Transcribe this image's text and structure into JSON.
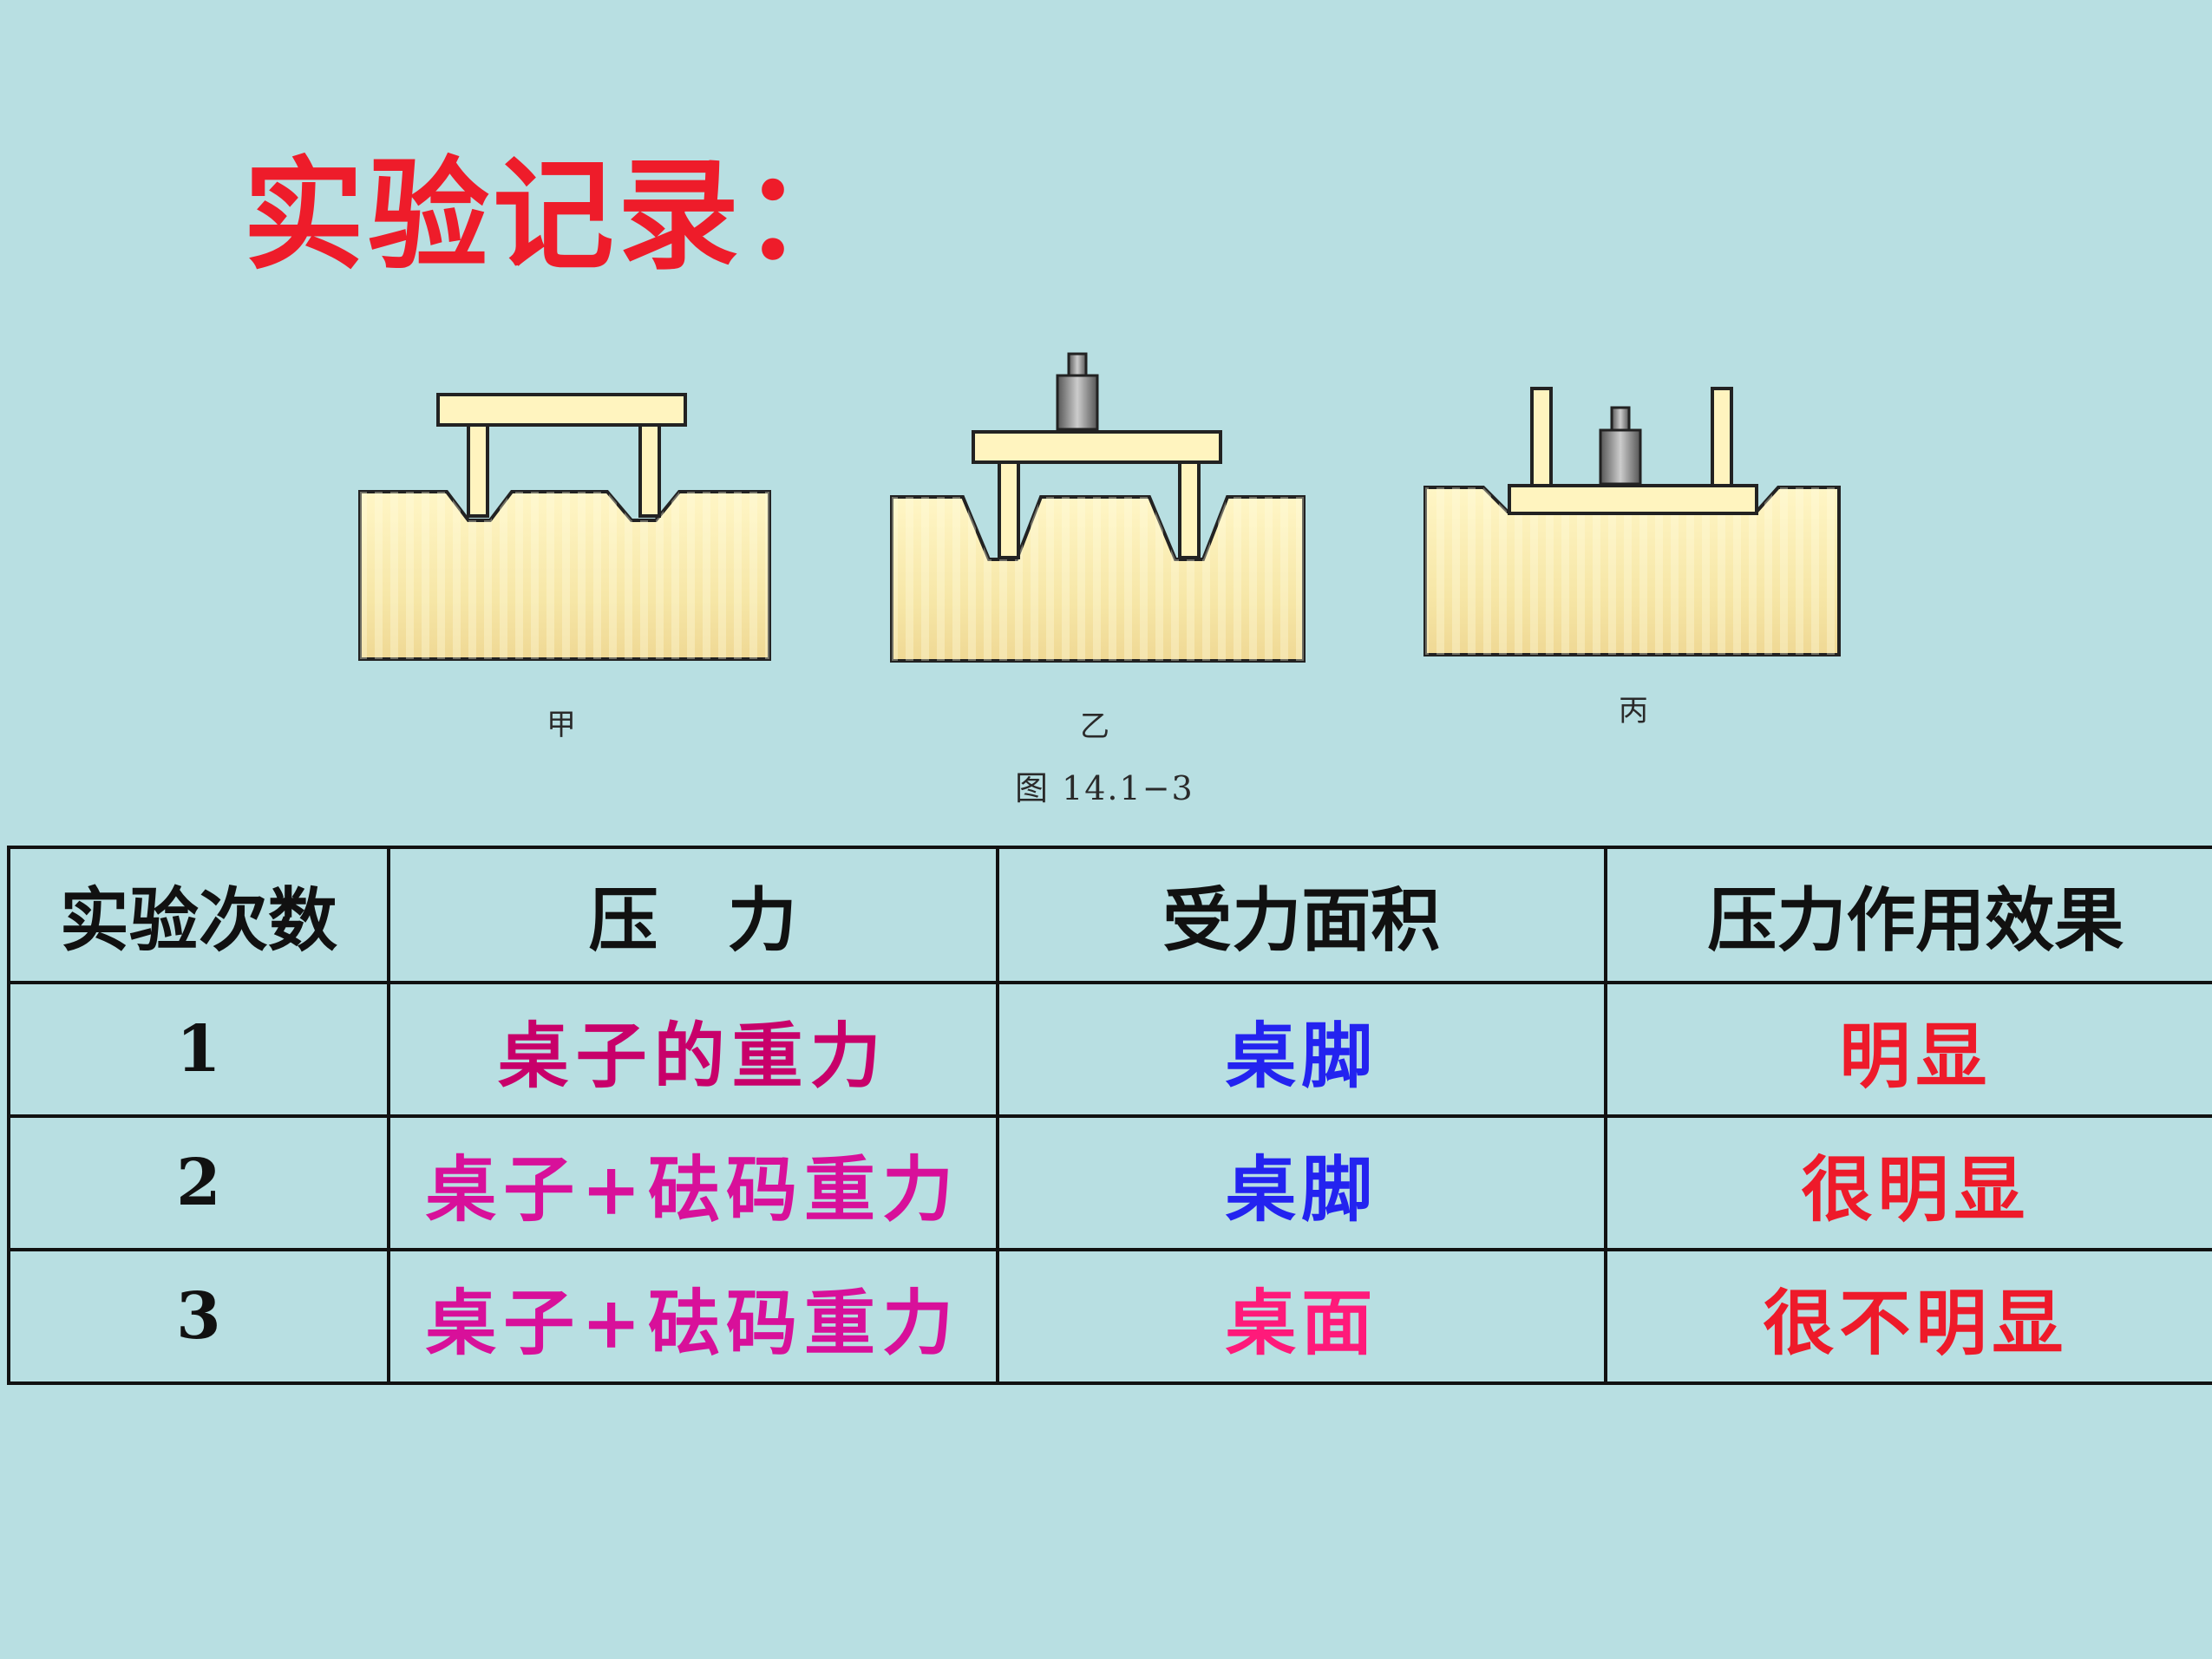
{
  "title": "实验记录：",
  "figure": {
    "labels": [
      "甲",
      "乙",
      "丙"
    ],
    "caption": "图 14.1−3"
  },
  "table": {
    "headers": [
      "实验次数",
      "压　力",
      "受力面积",
      "压力作用效果"
    ],
    "rows": [
      {
        "num": "1",
        "force": "桌子的重力",
        "area": "桌脚",
        "effect": "明显"
      },
      {
        "num": "2",
        "force": "桌子+砝码重力",
        "area": "桌脚",
        "effect": "很明显"
      },
      {
        "num": "3",
        "force": "桌子+砝码重力",
        "area": "桌面",
        "effect": "很不明显"
      }
    ]
  },
  "colors": {
    "background": "#b8dfe2",
    "title": "#ee1c2a",
    "force_start": "#c8005a",
    "force_end": "#ff22ff",
    "area_blue": "#2323f0",
    "area_pink": "#ff1a7a",
    "effect_red": "#ee1a2a"
  }
}
